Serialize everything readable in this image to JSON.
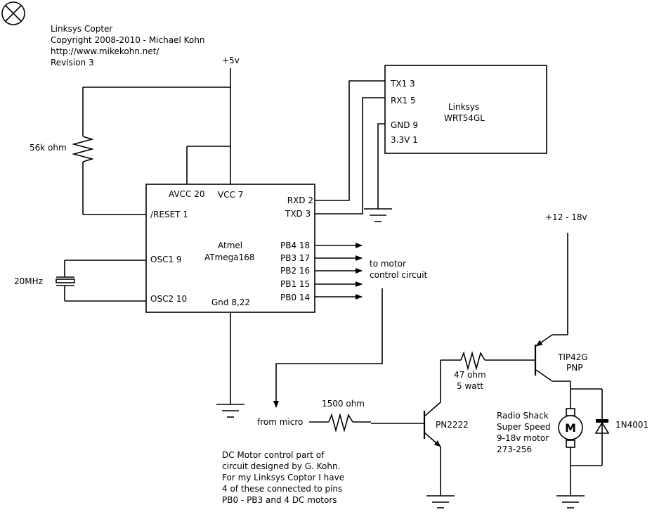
{
  "header": {
    "line1": "Linksys Copter",
    "line2": "Copyright 2008-2010 - Michael Kohn",
    "line3": "http://www.mikekohn.net/",
    "line4": "Revision 3"
  },
  "power": {
    "v5": "+5v",
    "v12": "+12 - 18v"
  },
  "mcu": {
    "name1": "Atmel",
    "name2": "ATmega168",
    "avcc": "AVCC 20",
    "vcc": "VCC 7",
    "reset": "/RESET 1",
    "osc1": "OSC1 9",
    "osc2": "OSC2 10",
    "gnd": "Gnd 8,22",
    "rxd": "RXD 2",
    "txd": "TXD 3",
    "pb4": "PB4  18",
    "pb3": "PB3  17",
    "pb2": "PB2  16",
    "pb1": "PB1  15",
    "pb0": "PB0  14"
  },
  "router": {
    "name1": "Linksys",
    "name2": "WRT54GL",
    "tx": "TX1 3",
    "rx": "RX1 5",
    "gnd": "GND 9",
    "v33": "3.3V 1"
  },
  "components": {
    "r56k": "56k ohm",
    "crystal": "20MHz",
    "to_motor1": "to motor",
    "to_motor2": "control circuit",
    "from_micro": "from micro",
    "r1500": "1500 ohm",
    "npn": "PN2222",
    "r47_1": "47 ohm",
    "r47_2": "5 watt",
    "pnp1": "TIP42G",
    "pnp2": "PNP",
    "motor_symbol": "M",
    "motor1": "Radio Shack",
    "motor2": "Super Speed",
    "motor3": "9-18v motor",
    "motor4": "273-256",
    "diode": "1N4001"
  },
  "note": {
    "line1": "DC Motor control part of",
    "line2": "circuit designed by G. Kohn.",
    "line3": "For my Linksys Coptor I have",
    "line4": "4 of these connected to pins",
    "line5": "PB0 - PB3 and 4 DC motors"
  }
}
